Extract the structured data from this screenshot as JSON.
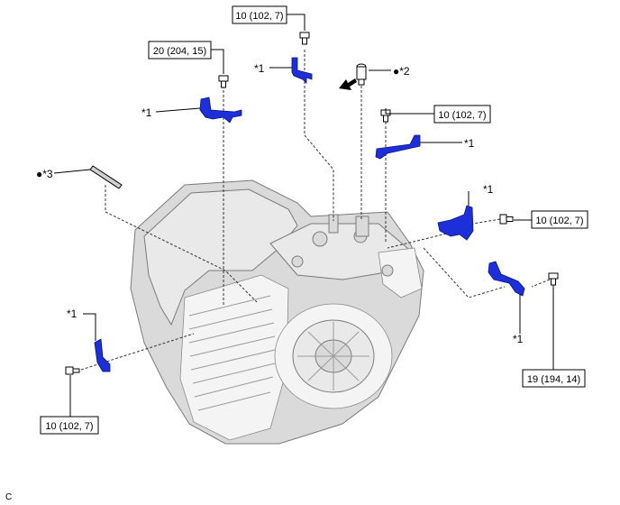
{
  "torque_labels": {
    "top_center": "10 (102, 7)",
    "top_left": "20 (204, 15)",
    "right_upper": "10 (102, 7)",
    "right_middle": "10 (102, 7)",
    "right_lower": "19 (194, 14)",
    "bottom_left": "10 (102, 7)"
  },
  "callouts": {
    "bracket_top_center": "*1",
    "bracket_top_left": "*1",
    "bracket_right_upper": "*1",
    "bracket_right_middle": "*1",
    "bracket_right_lower": "*1",
    "bracket_left_lower": "*1",
    "sensor": "●*2",
    "harness_clamp": "●*3"
  },
  "figure_code": "C",
  "colors": {
    "bracket": "#1c2fd9",
    "case": "#e9e9e9"
  }
}
